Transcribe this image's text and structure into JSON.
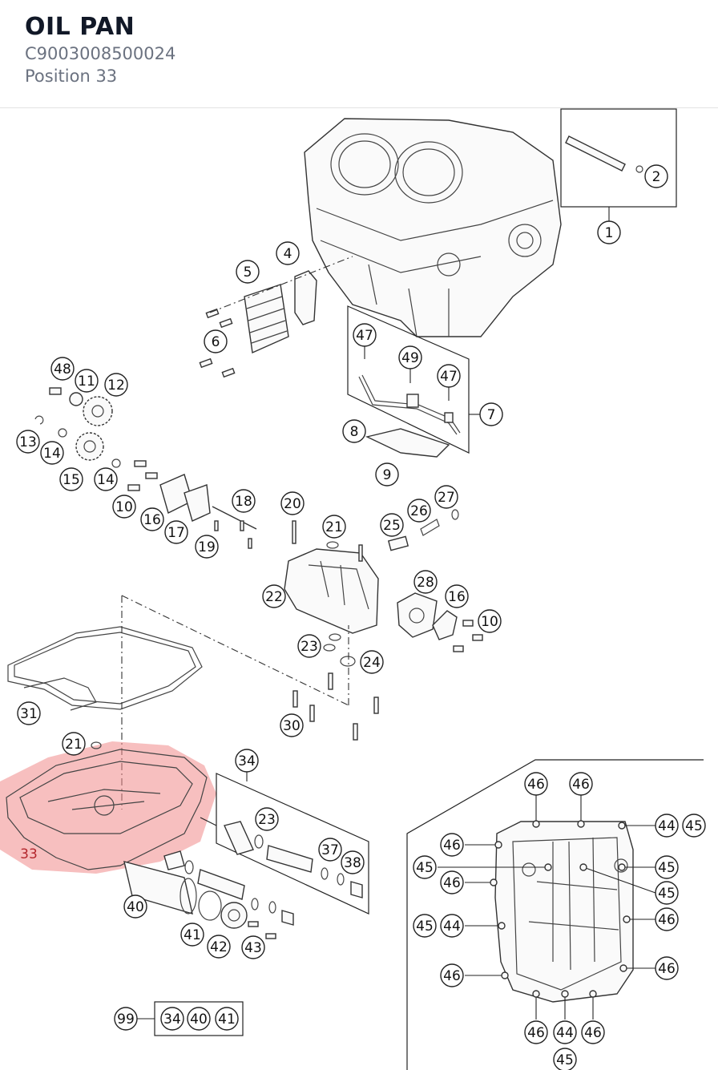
{
  "header": {
    "title": "OIL PAN",
    "part_number": "C9003008500024",
    "position": "Position 33"
  },
  "highlight": {
    "label": "33",
    "color": "#f08a8a"
  },
  "callouts": [
    {
      "label": "2"
    },
    {
      "label": "1"
    },
    {
      "label": "4"
    },
    {
      "label": "5"
    },
    {
      "label": "6"
    },
    {
      "label": "47"
    },
    {
      "label": "49"
    },
    {
      "label": "47"
    },
    {
      "label": "7"
    },
    {
      "label": "8"
    },
    {
      "label": "9"
    },
    {
      "label": "48"
    },
    {
      "label": "11"
    },
    {
      "label": "12"
    },
    {
      "label": "13"
    },
    {
      "label": "14"
    },
    {
      "label": "15"
    },
    {
      "label": "14"
    },
    {
      "label": "10"
    },
    {
      "label": "16"
    },
    {
      "label": "17"
    },
    {
      "label": "18"
    },
    {
      "label": "19"
    },
    {
      "label": "20"
    },
    {
      "label": "21"
    },
    {
      "label": "25"
    },
    {
      "label": "26"
    },
    {
      "label": "27"
    },
    {
      "label": "22"
    },
    {
      "label": "28"
    },
    {
      "label": "16"
    },
    {
      "label": "10"
    },
    {
      "label": "23"
    },
    {
      "label": "24"
    },
    {
      "label": "31"
    },
    {
      "label": "30"
    },
    {
      "label": "21"
    },
    {
      "label": "34"
    },
    {
      "label": "23"
    },
    {
      "label": "37"
    },
    {
      "label": "38"
    },
    {
      "label": "33"
    },
    {
      "label": "40"
    },
    {
      "label": "41"
    },
    {
      "label": "42"
    },
    {
      "label": "43"
    },
    {
      "label": "99"
    },
    {
      "label": "34"
    },
    {
      "label": "40"
    },
    {
      "label": "41"
    },
    {
      "label": "46"
    },
    {
      "label": "46"
    },
    {
      "label": "44"
    },
    {
      "label": "45"
    },
    {
      "label": "46"
    },
    {
      "label": "45"
    },
    {
      "label": "45"
    },
    {
      "label": "46"
    },
    {
      "label": "45"
    },
    {
      "label": "45"
    },
    {
      "label": "44"
    },
    {
      "label": "46"
    },
    {
      "label": "46"
    },
    {
      "label": "46"
    },
    {
      "label": "46"
    },
    {
      "label": "44"
    },
    {
      "label": "46"
    },
    {
      "label": "45"
    }
  ]
}
